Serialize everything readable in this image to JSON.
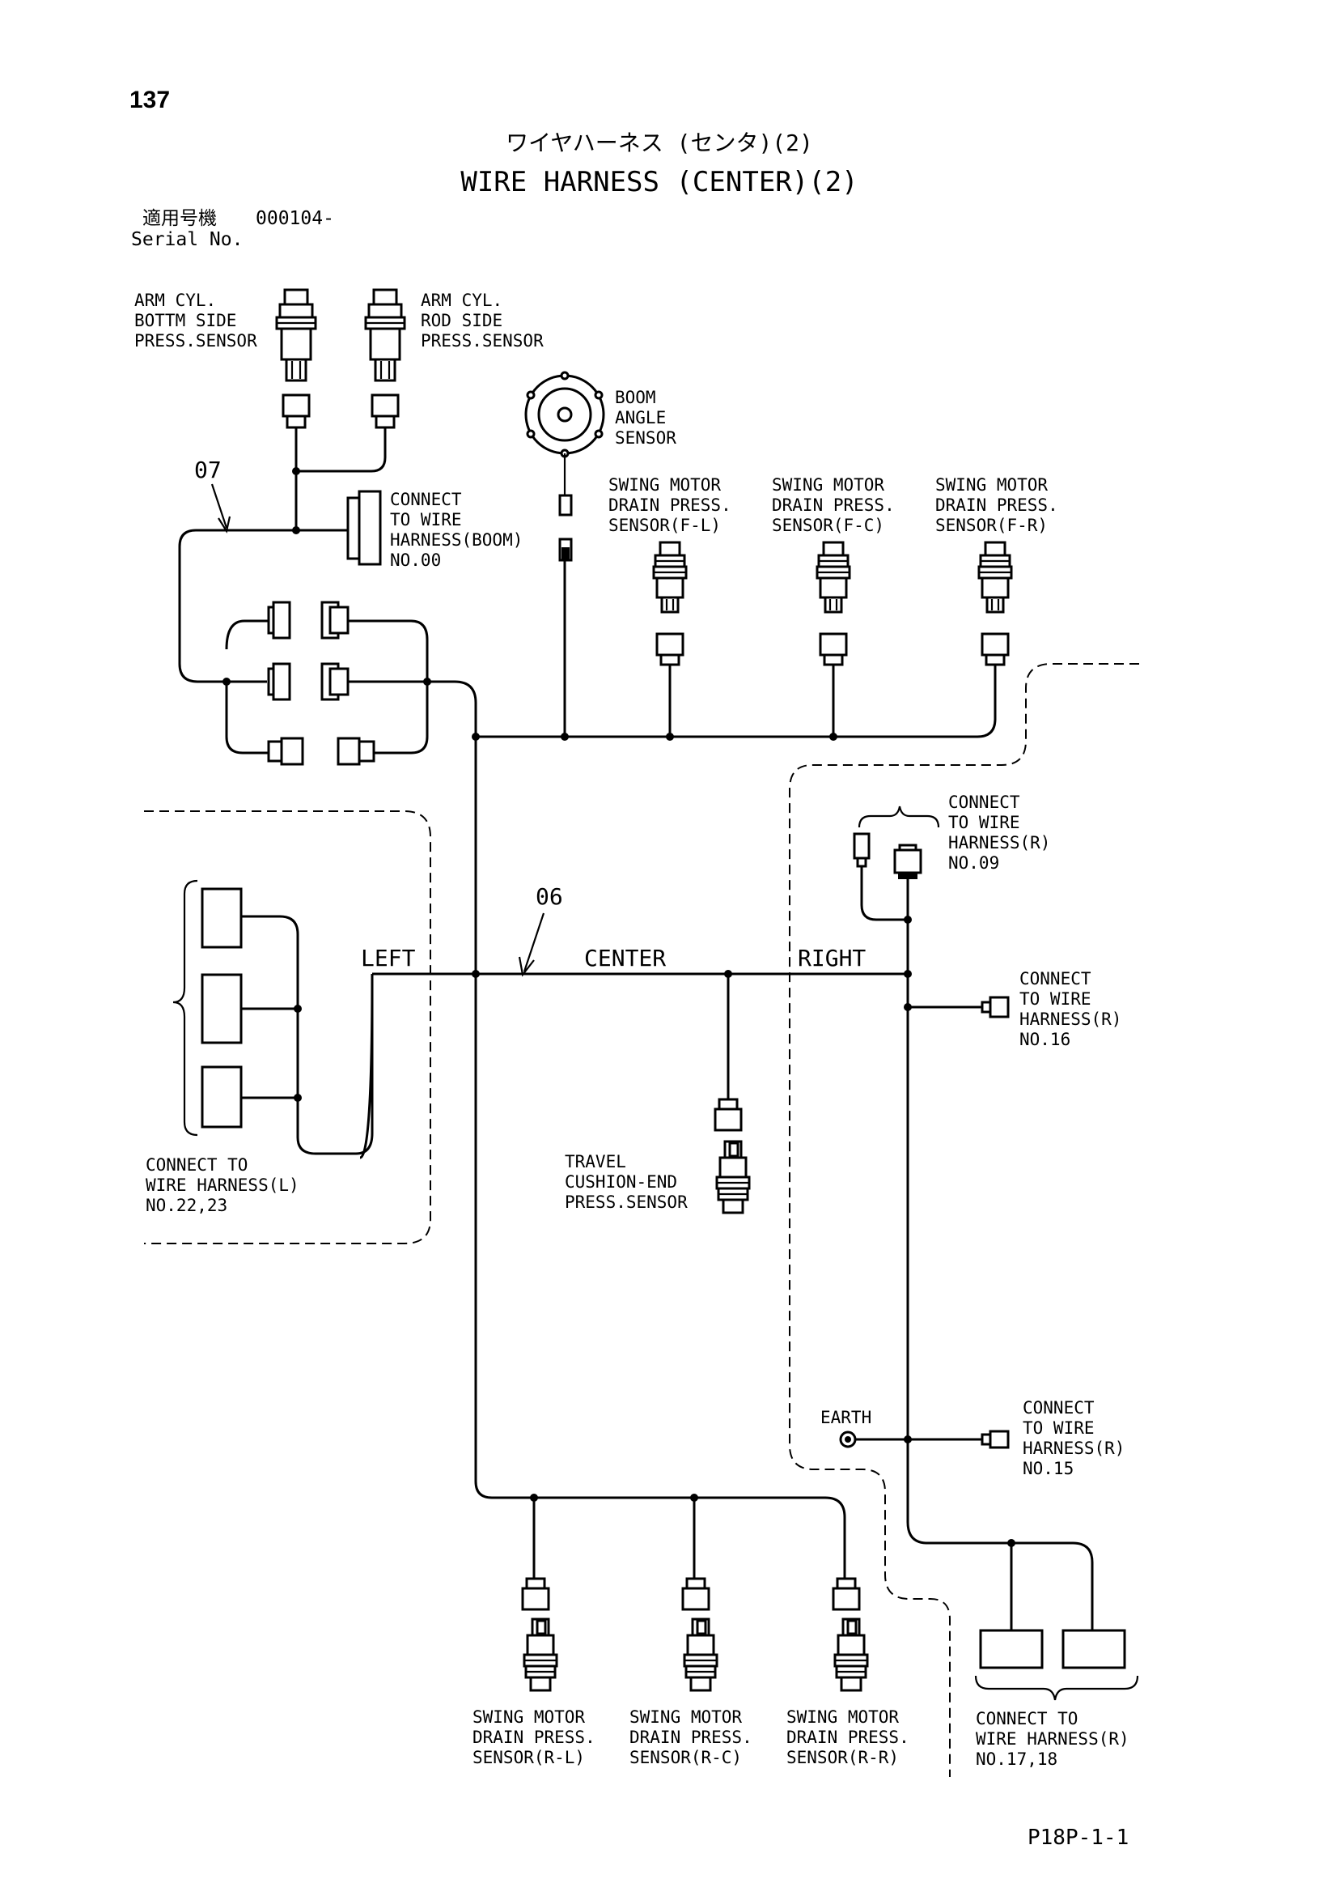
{
  "page_number": "137",
  "title_jp": "ワイヤハーネス (センタ)(2)",
  "title_en": "WIRE HARNESS (CENTER)(2)",
  "serial": {
    "label_jp": "適用号機",
    "value": "000104-",
    "label_en": "Serial No."
  },
  "page_code": "P18P-1-1",
  "harness_numbers": {
    "main": "06",
    "boom_branch": "07"
  },
  "section_labels": {
    "left": "LEFT",
    "center": "CENTER",
    "right": "RIGHT"
  },
  "components": {
    "arm_bottom": [
      "ARM CYL.",
      "BOTTM SIDE",
      "PRESS.SENSOR"
    ],
    "arm_rod": [
      "ARM CYL.",
      "ROD SIDE",
      "PRESS.SENSOR"
    ],
    "boom_angle": [
      "BOOM",
      "ANGLE",
      "SENSOR"
    ],
    "boom_connect": [
      "CONNECT",
      "TO WIRE",
      "HARNESS(BOOM)",
      "NO.00"
    ],
    "swing_fl": [
      "SWING MOTOR",
      "DRAIN PRESS.",
      "SENSOR(F-L)"
    ],
    "swing_fc": [
      "SWING MOTOR",
      "DRAIN PRESS.",
      "SENSOR(F-C)"
    ],
    "swing_fr": [
      "SWING MOTOR",
      "DRAIN PRESS.",
      "SENSOR(F-R)"
    ],
    "conn_r09": [
      "CONNECT",
      "TO WIRE",
      "HARNESS(R)",
      "NO.09"
    ],
    "conn_r16": [
      "CONNECT",
      "TO WIRE",
      "HARNESS(R)",
      "NO.16"
    ],
    "conn_l": [
      "CONNECT TO",
      "WIRE HARNESS(L)",
      "NO.22,23"
    ],
    "travel": [
      "TRAVEL",
      "CUSHION-END",
      "PRESS.SENSOR"
    ],
    "earth": "EARTH",
    "conn_r15": [
      "CONNECT",
      "TO WIRE",
      "HARNESS(R)",
      "NO.15"
    ],
    "swing_rl": [
      "SWING MOTOR",
      "DRAIN PRESS.",
      "SENSOR(R-L)"
    ],
    "swing_rc": [
      "SWING MOTOR",
      "DRAIN PRESS.",
      "SENSOR(R-C)"
    ],
    "swing_rr": [
      "SWING MOTOR",
      "DRAIN PRESS.",
      "SENSOR(R-R)"
    ],
    "conn_r1718": [
      "CONNECT TO",
      "WIRE HARNESS(R)",
      "NO.17,18"
    ]
  }
}
